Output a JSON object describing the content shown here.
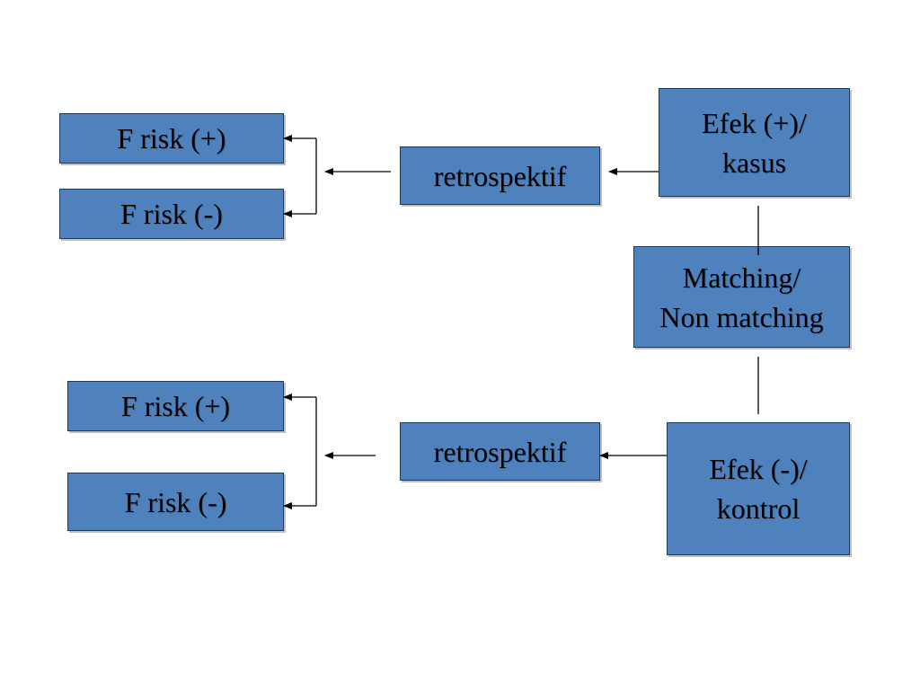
{
  "diagram": {
    "colors": {
      "box_fill": "#4f81bd",
      "box_border": "#1f3a5f",
      "line": "#000000",
      "background": "#ffffff"
    },
    "top": {
      "effect_box": {
        "line1": "Efek (+)/",
        "line2": "kasus"
      },
      "method_box": {
        "label": "retrospektif"
      },
      "factor_pos": {
        "label": "F risk (+)"
      },
      "factor_neg": {
        "label": "F risk (-)"
      }
    },
    "middle": {
      "matching_box": {
        "line1": "Matching/",
        "line2": "Non matching"
      }
    },
    "bottom": {
      "effect_box": {
        "line1": "Efek (-)/",
        "line2": "kontrol"
      },
      "method_box": {
        "label": "retrospektif"
      },
      "factor_pos": {
        "label": "F risk (+)"
      },
      "factor_neg": {
        "label": "F risk (-)"
      }
    }
  }
}
